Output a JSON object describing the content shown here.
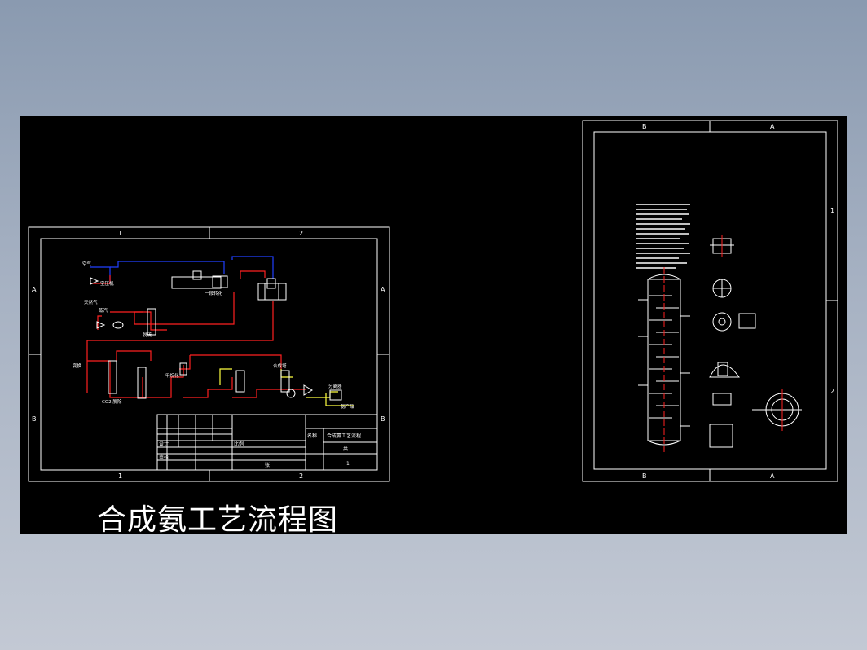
{
  "caption": "合成氨工艺流程图",
  "left_sheet": {
    "top_zones": [
      "1",
      "2"
    ],
    "bottom_zones": [
      "1",
      "2"
    ],
    "side_zones_left": [
      "A",
      "B"
    ],
    "side_zones_right": [
      "A",
      "B"
    ],
    "labels": {
      "air": "空气",
      "compressor": "空压机",
      "desulfur": "脱硫",
      "converter": "变换",
      "co2_removal": "CO2 脱除",
      "methanation": "甲烷化",
      "synthesis": "合成塔",
      "separator": "分离器",
      "product": "氨产品",
      "reformer": "一段转化",
      "steam": "蒸汽",
      "natural_gas": "天然气"
    },
    "title_block": {
      "name_label": "名称",
      "drawing_title": "合成氨工艺流程",
      "scale_label": "比例",
      "design_label": "设计",
      "check_label": "审核",
      "count_label": "张",
      "school_label": "共",
      "sheet_no": "1"
    }
  },
  "right_sheet": {
    "top_zones": [
      "B",
      "A"
    ],
    "bottom_zones": [
      "B",
      "A"
    ],
    "side_zones": [
      "1",
      "2"
    ]
  },
  "colors": {
    "background": "#000000",
    "frame": "#ffffff",
    "flow_gas": "#ff2020",
    "flow_air": "#2040ff",
    "flow_product": "#ffff40"
  }
}
